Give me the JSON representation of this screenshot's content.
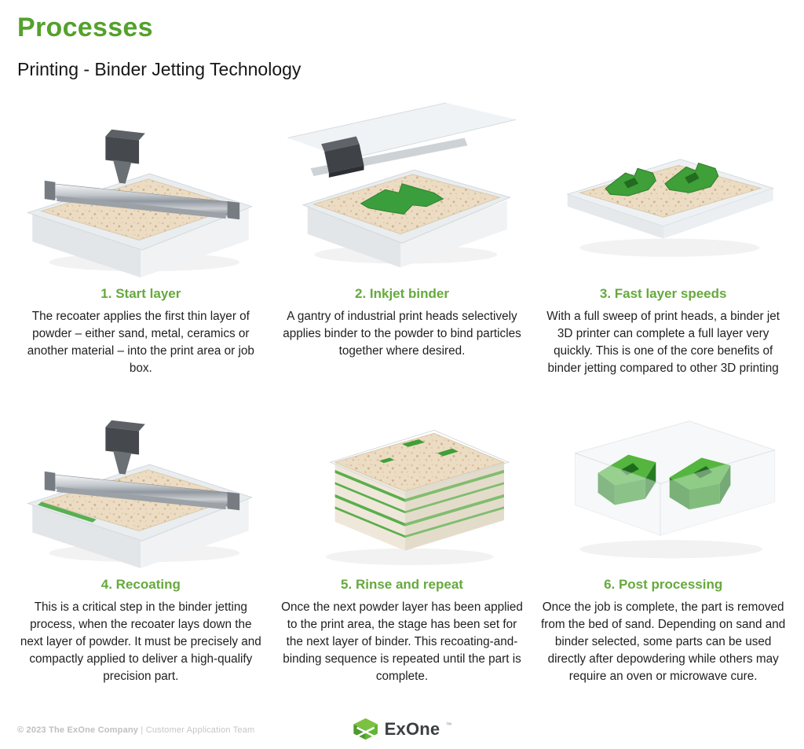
{
  "page": {
    "title": "Processes",
    "subtitle": "Printing - Binder Jetting Technology"
  },
  "steps": [
    {
      "heading": "1. Start layer",
      "body": "The recoater applies the first thin layer of powder – either sand, metal, ceramics or another material – into the print area or job box.",
      "illustration": "recoater-over-powder-bed"
    },
    {
      "heading": "2. Inkjet binder",
      "body": "A gantry of industrial print heads selectively applies binder to the powder to bind particles together where desired.",
      "illustration": "print-head-applying-green-binder"
    },
    {
      "heading": "3. Fast layer speeds",
      "body": "With a full sweep of print heads, a binder jet 3D printer can complete a full layer very quickly. This is one of the core benefits of binder jetting compared to other 3D printing",
      "illustration": "green-printed-layer-on-sand-bed"
    },
    {
      "heading": "4. Recoating",
      "body": "This is a critical step in the binder jetting process, when the recoater lays down the next layer of powder. It must be precisely and compactly applied to deliver a high-qualify precision part.",
      "illustration": "recoater-spreading-next-layer"
    },
    {
      "heading": "5. Rinse and repeat",
      "body": "Once the next powder layer has been applied to the print area, the stage has been set for the next layer of binder. This recoating-and-binding sequence is repeated until the part is complete.",
      "illustration": "stacked-layers-with-green-edges"
    },
    {
      "heading": "6. Post processing",
      "body": "Once the job is complete, the part is removed from the bed of sand. Depending on sand and binder selected, some parts can be used directly after depowdering while others may require an oven or microwave cure.",
      "illustration": "finished-green-parts-in-job-box"
    }
  ],
  "footer": {
    "copyright_company": "© 2023 The ExOne Company",
    "separator": "|",
    "copyright_team": "Customer Application Team",
    "logo_text": "ExOne",
    "logo_tm": "™"
  },
  "colors": {
    "accent_green_title": "#54a12b",
    "accent_green_heading": "#66a93d",
    "part_green": "#54b63e",
    "binder_green": "#3a9e3d",
    "sand": "#ecdcc3",
    "body_text": "#1f1f1f",
    "footer_text": "#c6c6c6"
  }
}
